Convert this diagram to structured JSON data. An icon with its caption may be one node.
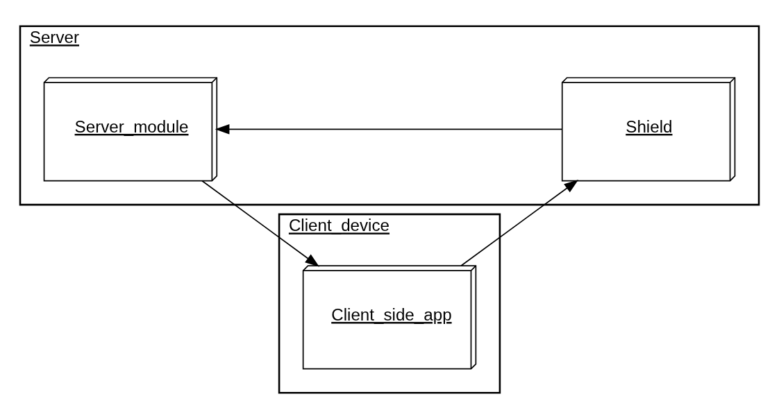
{
  "diagram": {
    "nodes": [
      {
        "text": [
          "Server"
        ]
      },
      {
        "text": [
          "Server_module"
        ],
        "in": 0
      },
      {
        "text": [
          "Shield"
        ],
        "in": 0
      },
      {
        "text": [
          "Client_device"
        ]
      },
      {
        "text": [
          "Client_side_app"
        ],
        "in": 3
      }
    ],
    "edges": [
      {
        "from": 1,
        "to": 4,
        "arrow": "to"
      },
      {
        "from": 2,
        "to": 1,
        "arrow": "to"
      },
      {
        "from": 4,
        "to": 2,
        "arrow": "to"
      }
    ]
  }
}
